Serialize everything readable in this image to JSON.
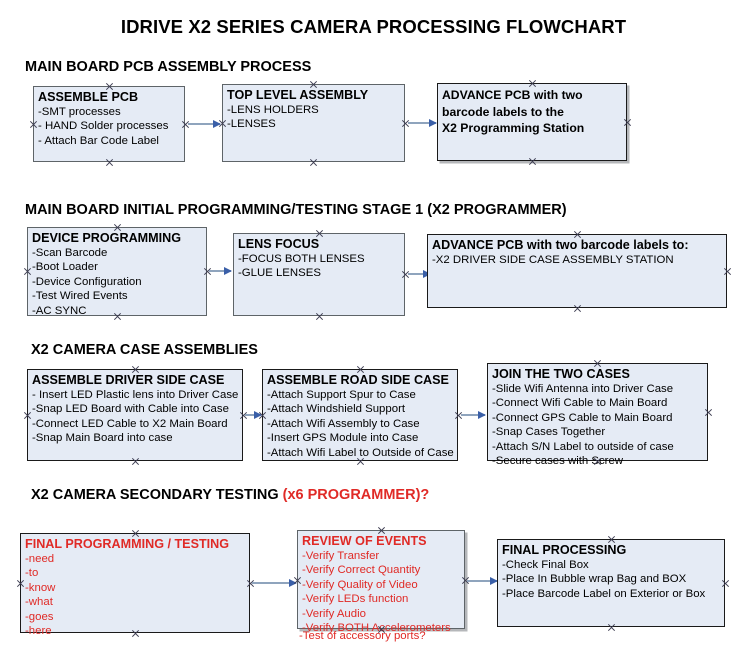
{
  "title": "IDRIVE X2  SERIES CAMERA PROCESSING FLOWCHART",
  "colors": {
    "box_fill": "#e5ebf5",
    "box_border_dark": "#5e6468",
    "box_border_black": "#1a1a1a",
    "arrow_line": "#8fa4bd",
    "arrow_head": "#3a5fa8",
    "accent_red": "#e02a26",
    "text_black": "#000000",
    "background": "#ffffff"
  },
  "sections": [
    {
      "id": "main-board-pcb-assembly",
      "heading": "MAIN BOARD PCB ASSEMBLY PROCESS",
      "heading_accent": "",
      "nodes": [
        {
          "id": "assemble-pcb",
          "title": "ASSEMBLE PCB",
          "lines": [
            "-SMT processes",
            "- HAND Solder processes",
            "- Attach Bar Code Label"
          ]
        },
        {
          "id": "top-level-assembly",
          "title": "TOP LEVEL ASSEMBLY",
          "lines": [
            "-LENS HOLDERS",
            "-LENSES"
          ]
        },
        {
          "id": "advance-pcb-programming-station",
          "title": "ADVANCE PCB with two",
          "lines": [
            "barcode labels to the",
            " X2 Programming Station"
          ]
        }
      ]
    },
    {
      "id": "main-board-initial-programming",
      "heading": "MAIN BOARD INITIAL PROGRAMMING/TESTING STAGE 1 (X2 PROGRAMMER)",
      "heading_accent": "",
      "nodes": [
        {
          "id": "device-programming",
          "title": "DEVICE PROGRAMMING",
          "lines": [
            "-Scan Barcode",
            "-Boot Loader",
            "-Device Configuration",
            "-Test Wired Events",
            "-AC SYNC"
          ]
        },
        {
          "id": "lens-focus",
          "title": "LENS FOCUS",
          "lines": [
            "-FOCUS BOTH LENSES",
            "-GLUE LENSES"
          ]
        },
        {
          "id": "advance-pcb-driver-side-station",
          "title": "ADVANCE PCB with two barcode labels to:",
          "lines": [
            "-X2 DRIVER  SIDE  CASE  ASSEMBLY STATION"
          ]
        }
      ]
    },
    {
      "id": "x2-camera-case-assemblies",
      "heading": "X2 CAMERA CASE ASSEMBLIES",
      "heading_accent": "",
      "nodes": [
        {
          "id": "assemble-driver-side-case",
          "title": "ASSEMBLE DRIVER SIDE CASE",
          "lines": [
            "- Insert LED Plastic lens into Driver Case",
            "-Snap LED Board with Cable into Case",
            "-Connect LED Cable to X2 Main Board",
            "-Snap Main Board into case"
          ]
        },
        {
          "id": "assemble-road-side-case",
          "title": "ASSEMBLE ROAD SIDE CASE",
          "lines": [
            "-Attach Support Spur to Case",
            "-Attach Windshield Support",
            "-Attach Wifi Assembly to Case",
            "-Insert GPS Module into Case",
            "-Attach Wifi Label to Outside of Case"
          ]
        },
        {
          "id": "join-the-two-cases",
          "title": "JOIN THE TWO CASES",
          "lines": [
            "-Slide Wifi Antenna into Driver Case",
            "-Connect Wifi Cable to Main Board",
            "-Connect GPS Cable to Main Board",
            "-Snap Cases Together",
            "-Attach S/N Label to outside of case",
            "-Secure cases with Screw"
          ]
        }
      ]
    },
    {
      "id": "x2-camera-secondary-testing",
      "heading": "X2 CAMERA SECONDARY TESTING ",
      "heading_accent": "(x6 PROGRAMMER)?",
      "nodes": [
        {
          "id": "final-programming-testing",
          "title": "FINAL PROGRAMMING / TESTING",
          "lines": [
            "-need",
            "-to",
            "-know",
            "-what",
            "-goes",
            "-here"
          ]
        },
        {
          "id": "review-of-events",
          "title": "REVIEW OF EVENTS",
          "lines": [
            "-Verify Transfer",
            "-Verify Correct Quantity",
            "-Verify Quality of Video",
            "-Verify LEDs function",
            "-Verify Audio",
            "-Verify BOTH Accelerometers"
          ],
          "overflow_line": "-Test of accessory ports?"
        },
        {
          "id": "final-processing",
          "title": "FINAL PROCESSING",
          "lines": [
            " -Check Final Box",
            "-Place In Bubble wrap Bag and BOX",
            "-Place Barcode Label on Exterior or Box"
          ]
        }
      ]
    }
  ]
}
